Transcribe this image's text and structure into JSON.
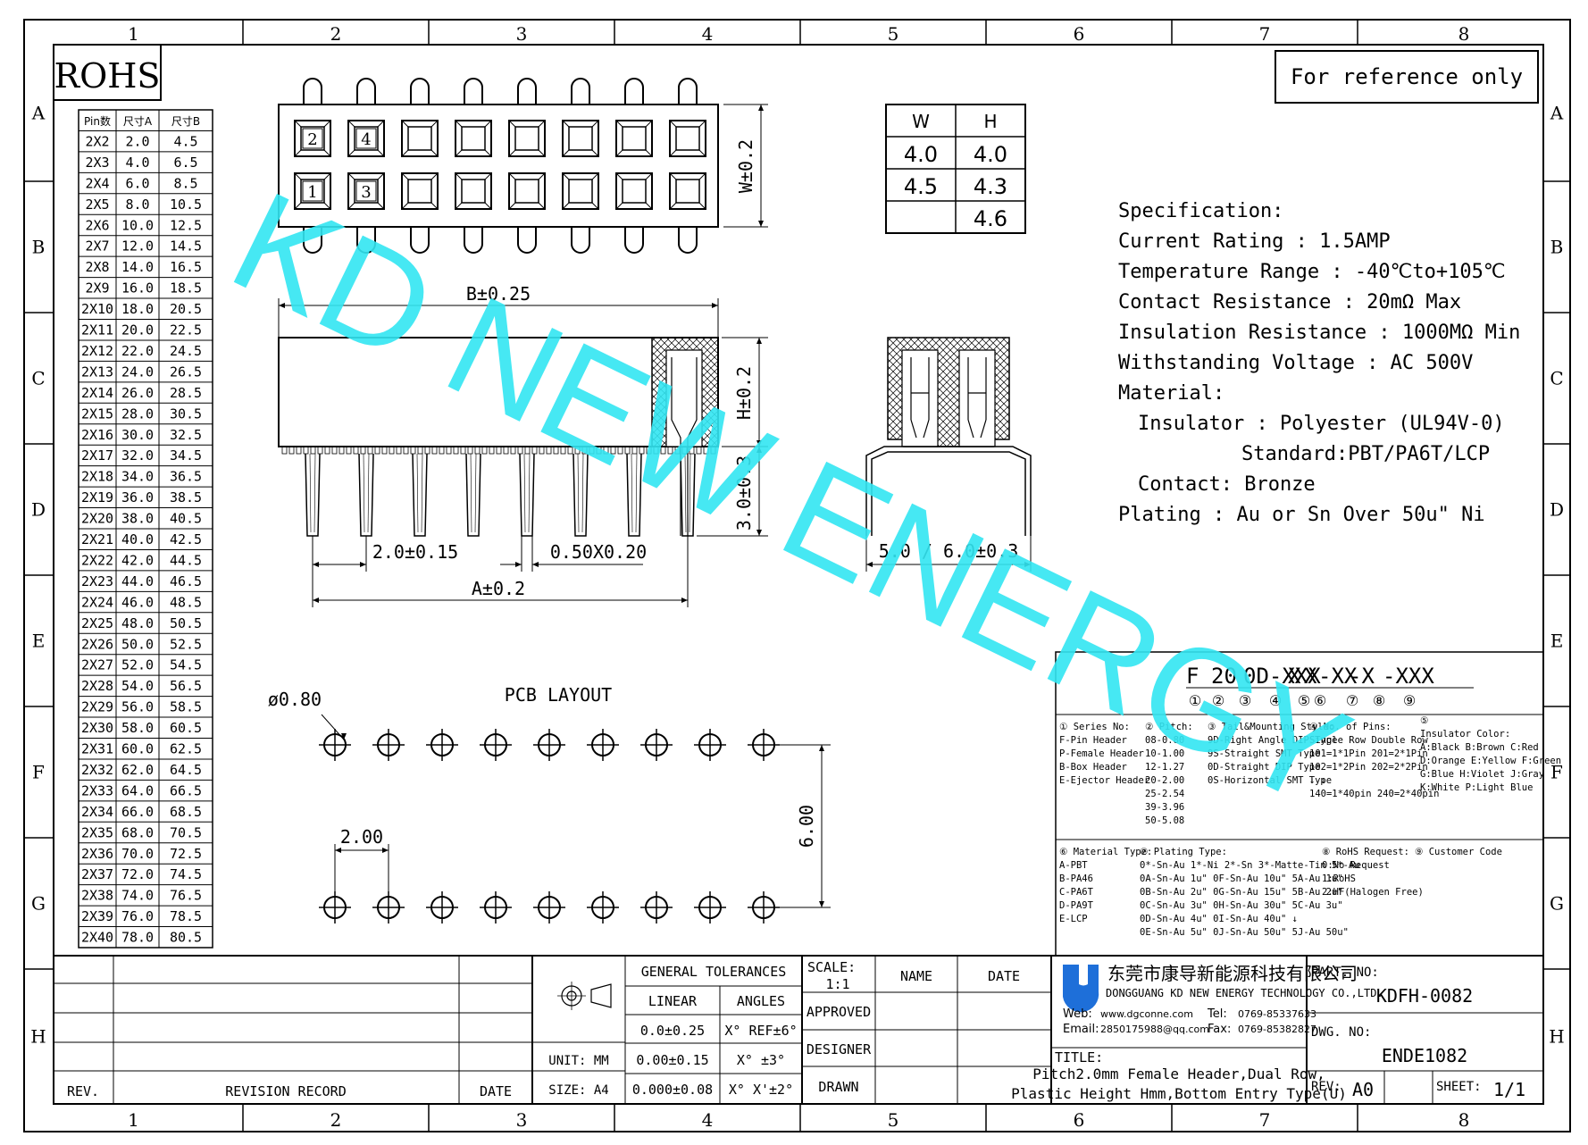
{
  "frame": {
    "col_labels": [
      "1",
      "2",
      "3",
      "4",
      "5",
      "6",
      "7",
      "8"
    ],
    "row_labels": [
      "A",
      "B",
      "C",
      "D",
      "E",
      "F",
      "G",
      "H"
    ]
  },
  "rohs": "ROHS",
  "reference": "For reference only",
  "watermark": "KD NEW ENERGY",
  "watermark_color": "#33e6f2",
  "pin_table": {
    "headers": [
      "Pin数",
      "尺寸A",
      "尺寸B"
    ],
    "rows": [
      [
        "2X2",
        "2.0",
        "4.5"
      ],
      [
        "2X3",
        "4.0",
        "6.5"
      ],
      [
        "2X4",
        "6.0",
        "8.5"
      ],
      [
        "2X5",
        "8.0",
        "10.5"
      ],
      [
        "2X6",
        "10.0",
        "12.5"
      ],
      [
        "2X7",
        "12.0",
        "14.5"
      ],
      [
        "2X8",
        "14.0",
        "16.5"
      ],
      [
        "2X9",
        "16.0",
        "18.5"
      ],
      [
        "2X10",
        "18.0",
        "20.5"
      ],
      [
        "2X11",
        "20.0",
        "22.5"
      ],
      [
        "2X12",
        "22.0",
        "24.5"
      ],
      [
        "2X13",
        "24.0",
        "26.5"
      ],
      [
        "2X14",
        "26.0",
        "28.5"
      ],
      [
        "2X15",
        "28.0",
        "30.5"
      ],
      [
        "2X16",
        "30.0",
        "32.5"
      ],
      [
        "2X17",
        "32.0",
        "34.5"
      ],
      [
        "2X18",
        "34.0",
        "36.5"
      ],
      [
        "2X19",
        "36.0",
        "38.5"
      ],
      [
        "2X20",
        "38.0",
        "40.5"
      ],
      [
        "2X21",
        "40.0",
        "42.5"
      ],
      [
        "2X22",
        "42.0",
        "44.5"
      ],
      [
        "2X23",
        "44.0",
        "46.5"
      ],
      [
        "2X24",
        "46.0",
        "48.5"
      ],
      [
        "2X25",
        "48.0",
        "50.5"
      ],
      [
        "2X26",
        "50.0",
        "52.5"
      ],
      [
        "2X27",
        "52.0",
        "54.5"
      ],
      [
        "2X28",
        "54.0",
        "56.5"
      ],
      [
        "2X29",
        "56.0",
        "58.5"
      ],
      [
        "2X30",
        "58.0",
        "60.5"
      ],
      [
        "2X31",
        "60.0",
        "62.5"
      ],
      [
        "2X32",
        "62.0",
        "64.5"
      ],
      [
        "2X33",
        "64.0",
        "66.5"
      ],
      [
        "2X34",
        "66.0",
        "68.5"
      ],
      [
        "2X35",
        "68.0",
        "70.5"
      ],
      [
        "2X36",
        "70.0",
        "72.5"
      ],
      [
        "2X37",
        "72.0",
        "74.5"
      ],
      [
        "2X38",
        "74.0",
        "76.5"
      ],
      [
        "2X39",
        "76.0",
        "78.5"
      ],
      [
        "2X40",
        "78.0",
        "80.5"
      ]
    ]
  },
  "wh_table": {
    "headers": [
      "W",
      "H"
    ],
    "rows": [
      [
        "4.0",
        "4.0"
      ],
      [
        "4.5",
        "4.3"
      ],
      [
        "",
        "4.6"
      ]
    ]
  },
  "top_view": {
    "pin_numbers": [
      "2",
      "4",
      "1",
      "3"
    ],
    "dim_w": "W±0.2"
  },
  "front_view": {
    "dim_b": "B±0.25",
    "dim_h": "H±0.2",
    "dim_tail": "3.0±0.3",
    "dim_pitch": "2.0±0.15",
    "dim_pin": "0.50X0.20",
    "dim_a": "A±0.2"
  },
  "side_view": {
    "dim_width": "5.0 / 6.0±0.3"
  },
  "pcb": {
    "title": "PCB LAYOUT",
    "hole_dia": "ø0.80",
    "pitch": "2.00",
    "row_spacing": "6.00"
  },
  "spec": {
    "lines": [
      "Specification:",
      "Current Rating : 1.5AMP",
      "Temperature Range : -40℃to+105℃",
      "Contact Resistance : 20mΩ Max",
      "Insulation Resistance : 1000MΩ Min",
      "Withstanding Voltage : AC 500V",
      "Material:",
      "Insulator : Polyester (UL94V-0)",
      "Standard:PBT/PA6T/LCP",
      "Contact: Bronze",
      "Plating : Au or Sn Over 50u\" Ni"
    ]
  },
  "part_code": {
    "code": [
      "F",
      "20",
      "0D-XXX",
      "X",
      "X",
      "-XX",
      "-X",
      "-XXX"
    ],
    "circles": [
      "①",
      "②",
      "③",
      "④",
      "⑤",
      "⑥",
      "⑦",
      "⑧",
      "⑨"
    ],
    "series": [
      "① Series No:",
      "F-Pin Header",
      "P-Female Header",
      "B-Box Header",
      "E-Ejector Header"
    ],
    "pitch": [
      "② Pitch:",
      "08-0.80",
      "10-1.00",
      "12-1.27",
      "20-2.00",
      "25-2.54",
      "39-3.96",
      "50-5.08"
    ],
    "tail": [
      "③ Tail&Mounting Style:",
      "9D-Right Angle DIP Type",
      "9S-Straight SMT Type",
      "0D-Straight DIP Type",
      "0S-Horizontal SMT Type"
    ],
    "pins": [
      "④ No. of Pins:",
      "Single Row  Double Row",
      "101=1*1Pin  201=2*1Pin",
      "102=1*2Pin  202=2*2Pin",
      "↓              ↓",
      "140=1*40pin  240=2*40pin"
    ],
    "insulator_color": [
      "⑤",
      "Insulator Color:",
      "A:Black  B:Brown  C:Red",
      "D:Orange E:Yellow F:Green",
      "G:Blue   H:Violet J:Gray",
      "K:White  P:Light Blue"
    ],
    "material": [
      "⑥ Material Type:",
      "A-PBT",
      "B-PA46",
      "C-PA6T",
      "D-PA9T",
      "E-LCP"
    ],
    "plating": [
      "⑦ Plating Type:",
      "0*-Sn-Au 1*-Ni 2*-Sn 3*-Matte-Tin 5*-Au",
      "0A-Sn-Au 1u\" 0F-Sn-Au 10u\"  5A-Au 1u\"",
      "0B-Sn-Au 2u\" 0G-Sn-Au 15u\"  5B-Au 2u\"",
      "0C-Sn-Au 3u\" 0H-Sn-Au 30u\"  5C-Au 3u\"",
      "0D-Sn-Au 4u\" 0I-Sn-Au 40u\"    ↓",
      "0E-Sn-Au 5u\" 0J-Sn-Au 50u\"  5J-Au 50u\""
    ],
    "rohs_req": [
      "⑧ RoHS Request:",
      "0:No Request",
      "1:RoHS",
      "2:HF(Halogen Free)"
    ],
    "customer": [
      "⑨ Customer Code"
    ]
  },
  "title_block": {
    "rev": "REV.",
    "revision_record": "REVISION RECORD",
    "date": "DATE",
    "general_tolerances": "GENERAL TOLERANCES",
    "linear": "LINEAR",
    "angles": "ANGLES",
    "tol_rows": [
      [
        "0.0±0.25",
        "X° REF±6°"
      ],
      [
        "0.00±0.15",
        "X° ±3°"
      ],
      [
        "0.000±0.08",
        "X° X'±2°"
      ]
    ],
    "unit": "UNIT: MM",
    "size": "SIZE: A4",
    "scale_label": "SCALE:",
    "scale_value": "1:1",
    "name": "NAME",
    "date2": "DATE",
    "approved": "APPROVED",
    "designer": "DESIGNER",
    "drawn": "DRAWN",
    "company_cn": "东莞市康导新能源科技有限公司",
    "company_en": "DONGGUANG KD NEW ENERGY TECHNOLOGY CO.,LTD.",
    "web_label": "Web:",
    "web": "www.dgconne.com",
    "tel_label": "Tel:",
    "tel": "0769-85337633",
    "email_label": "Email:",
    "email": "2850175988@qq.com",
    "fax_label": "Fax:",
    "fax": "0769-85382827",
    "title_label": "TITLE:",
    "title_line1": "Pitch2.0mm Female Header,Dual Row,",
    "title_line2": "Plastic Height Hmm,Bottom Entry Type(U)",
    "part_no_label": "PART. NO:",
    "part_no": "KDFH-0082",
    "dwg_no_label": "DWG. NO:",
    "dwg_no": "ENDE1082",
    "rev_label": "REV:",
    "rev_value": "A0",
    "sheet_label": "SHEET:",
    "sheet_value": "1/1",
    "logo_color": "#1e6fd9"
  }
}
